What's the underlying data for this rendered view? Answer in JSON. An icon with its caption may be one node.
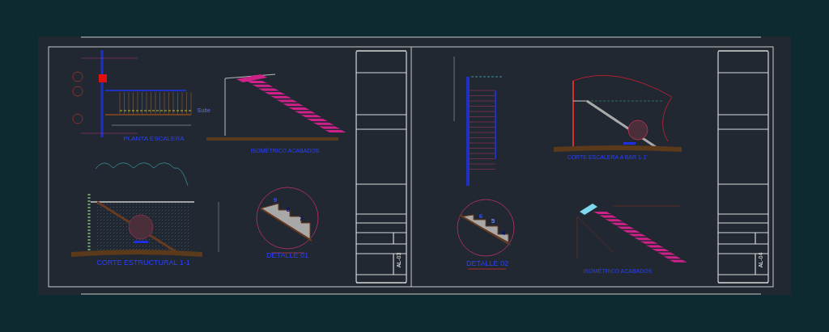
{
  "diagram": {
    "labels": [
      "PLANTA ESCALERA",
      "Sube",
      "ISOMÉTRICO ACABADOS",
      "9",
      "8",
      "7",
      "CORTE ESTRUCTURAL 1-1",
      "DETALLE 01",
      "AL-03",
      "CORTE ESCALERA A BAR 1-1'",
      "6",
      "5",
      "4",
      "DETALLE 02",
      "ISOMÉTRICO ACABADOS",
      "AL-04"
    ]
  }
}
